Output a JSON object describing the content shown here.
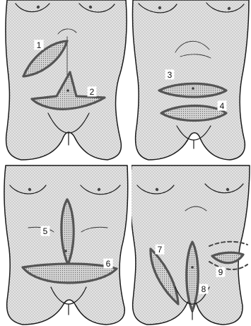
{
  "figure": {
    "panels": [
      {
        "id": "top-left",
        "labels": [
          "1",
          "2"
        ]
      },
      {
        "id": "top-right",
        "labels": [
          "3",
          "4"
        ]
      },
      {
        "id": "bottom-left",
        "labels": [
          "5",
          "6"
        ]
      },
      {
        "id": "bottom-right",
        "labels": [
          "7",
          "8",
          "9"
        ]
      }
    ]
  },
  "labels": {
    "l1": "1",
    "l2": "2",
    "l3": "3",
    "l4": "4",
    "l5": "5",
    "l6": "6",
    "l7": "7",
    "l8": "8",
    "l9": "9"
  }
}
